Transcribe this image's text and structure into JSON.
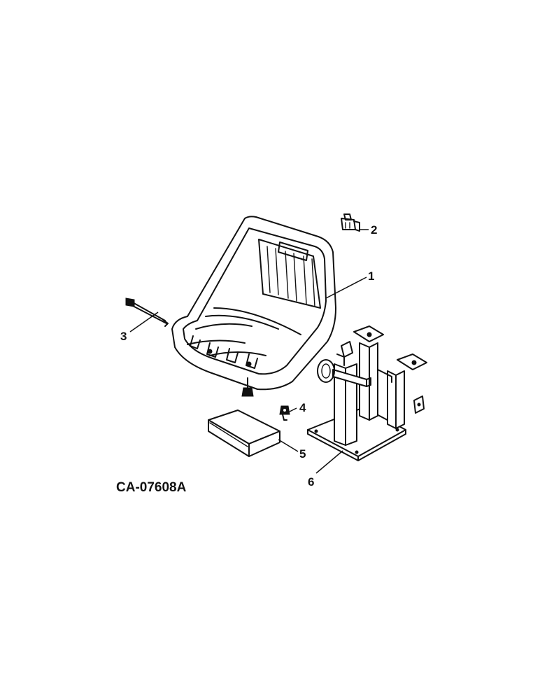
{
  "diagram": {
    "drawing_code": "CA-07608A",
    "callouts": [
      {
        "id": "1",
        "label": "1"
      },
      {
        "id": "2",
        "label": "2"
      },
      {
        "id": "3",
        "label": "3"
      },
      {
        "id": "4",
        "label": "4"
      },
      {
        "id": "5",
        "label": "5"
      },
      {
        "id": "6",
        "label": "6"
      }
    ]
  }
}
